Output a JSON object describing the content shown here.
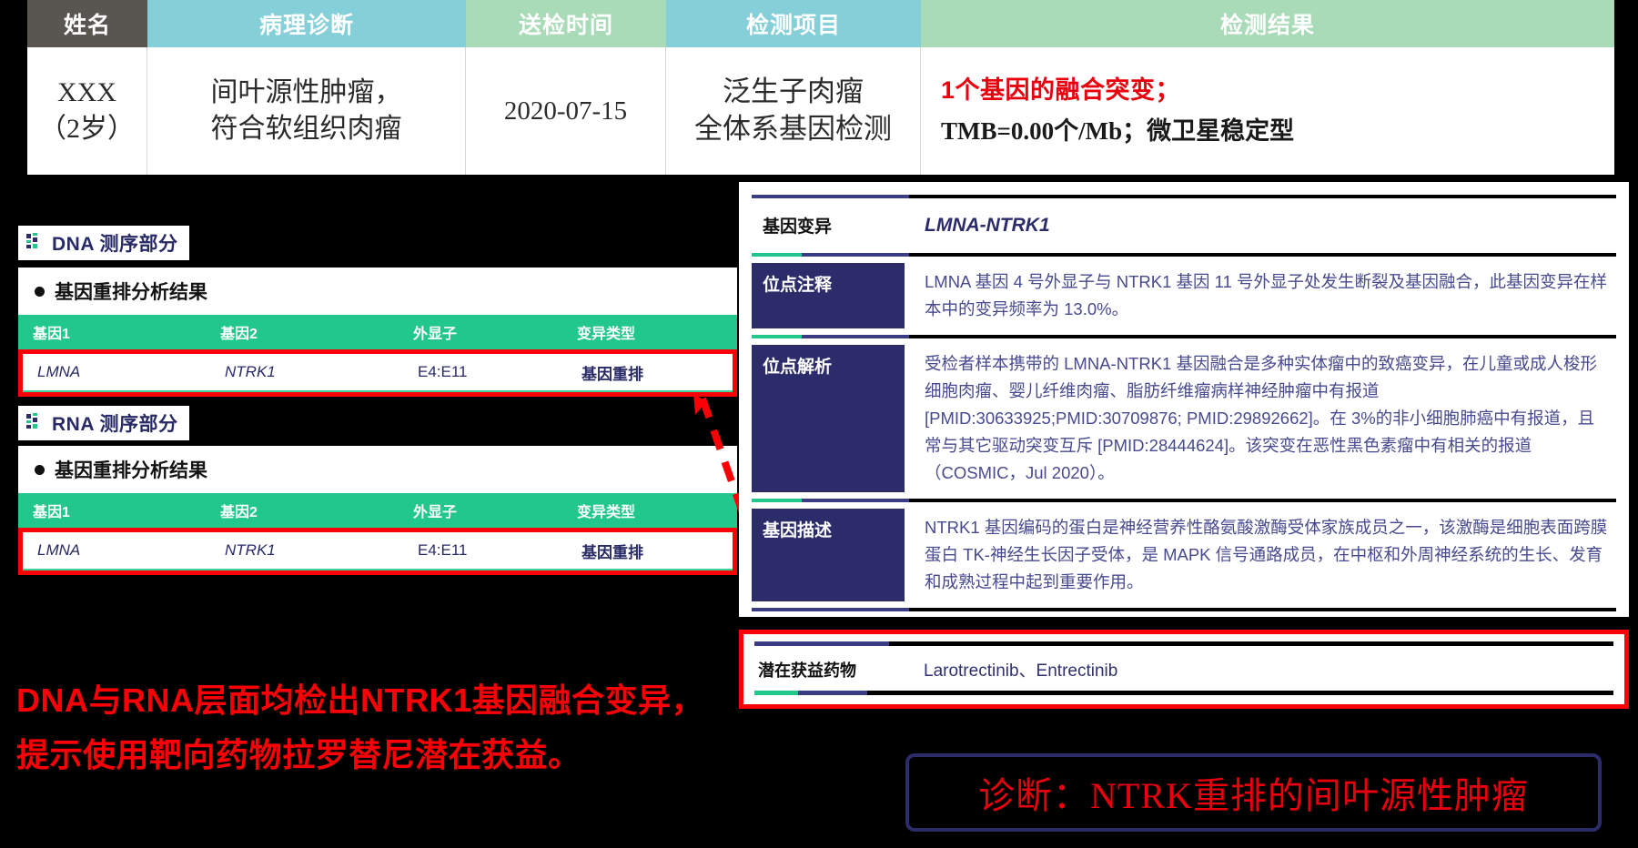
{
  "patient_table": {
    "headers": [
      "姓名",
      "病理诊断",
      "送检时间",
      "检测项目",
      "检测结果"
    ],
    "name": "XXX\n（2岁）",
    "name_line1": "XXX",
    "name_line2": "（2岁）",
    "pathology_line1": "间叶源性肿瘤，",
    "pathology_line2": "符合软组织肉瘤",
    "sample_date": "2020-07-15",
    "test_item_line1": "泛生子肉瘤",
    "test_item_line2": "全体系基因检测",
    "result_line1": "1个基因的融合突变；",
    "result_line2": "TMB=0.00个/Mb；微卫星稳定型",
    "header_colors": [
      "#595550",
      "#85cfd8",
      "#a9dbb8",
      "#85cfd8",
      "#a9dbb8"
    ]
  },
  "dna_section": {
    "badge_label": "DNA 测序部分",
    "bullet_label": "基因重排分析结果",
    "columns": [
      "基因1",
      "基因2",
      "外显子",
      "变异类型"
    ],
    "rows": [
      {
        "gene1": "LMNA",
        "gene2": "NTRK1",
        "exon": "E4:E11",
        "type": "基因重排"
      }
    ]
  },
  "rna_section": {
    "badge_label": "RNA 测序部分",
    "bullet_label": "基因重排分析结果",
    "columns": [
      "基因1",
      "基因2",
      "外显子",
      "变异类型"
    ],
    "rows": [
      {
        "gene1": "LMNA",
        "gene2": "NTRK1",
        "exon": "E4:E11",
        "type": "基因重排"
      }
    ]
  },
  "variant_detail": {
    "gene_variant_key": "基因变异",
    "gene_variant_value": "LMNA-NTRK1",
    "locus_annotation_key": "位点注释",
    "locus_annotation_value": "LMNA 基因 4 号外显子与 NTRK1 基因 11 号外显子处发生断裂及基因融合，此基因变异在样本中的变异频率为 13.0%。",
    "locus_analysis_key": "位点解析",
    "locus_analysis_value": "受检者样本携带的 LMNA-NTRK1 基因融合是多种实体瘤中的致癌变异，在儿童或成人梭形细胞肉瘤、婴儿纤维肉瘤、脂肪纤维瘤病样神经肿瘤中有报道 [PMID:30633925;PMID:30709876; PMID:29892662]。在 3%的非小细胞肺癌中有报道，且常与其它驱动突变互斥 [PMID:28444624]。该突变在恶性黑色素瘤中有相关的报道（COSMIC，Jul 2020）。",
    "gene_description_key": "基因描述",
    "gene_description_value": "NTRK1 基因编码的蛋白是神经营养性酪氨酸激酶受体家族成员之一，该激酶是细胞表面跨膜蛋白 TK-神经生长因子受体，是 MAPK 信号通路成员，在中枢和外周神经系统的生长、发育和成熟过程中起到重要作用。"
  },
  "drugs": {
    "key": "潜在获益药物",
    "value": "Larotrectinib、Entrectinib"
  },
  "conclusion": {
    "line1": "DNA与RNA层面均检出NTRK1基因融合变异，",
    "line2": "提示使用靶向药物拉罗替尼潜在获益。"
  },
  "diagnosis": {
    "text": "诊断：NTRK重排的间叶源性肿瘤"
  },
  "colors": {
    "red_highlight": "#fa0007",
    "navy": "#2b2c69",
    "green_header": "#22c78c",
    "teal_header": "#85cfd8",
    "mint_header": "#a9dbb8",
    "gray_header": "#595550",
    "body_text_blue": "#474a8f"
  }
}
